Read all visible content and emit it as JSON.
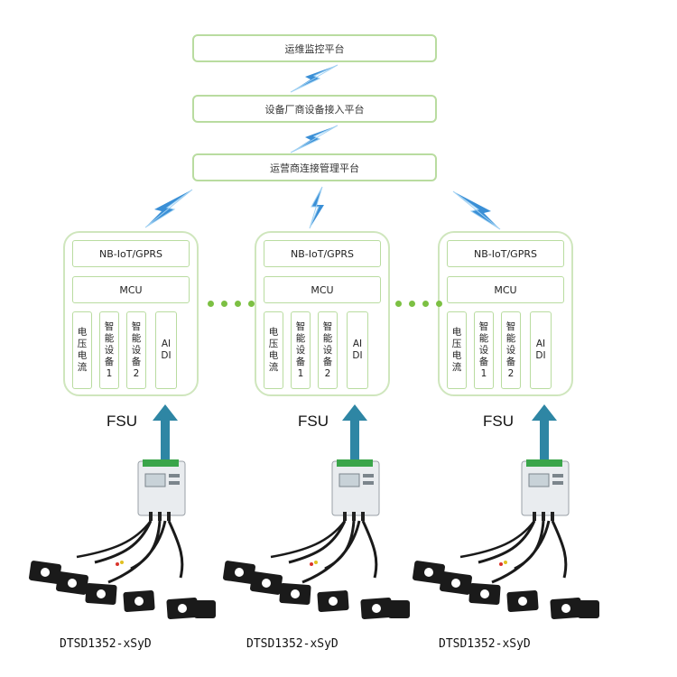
{
  "platforms": [
    "运维监控平台",
    "设备厂商设备接入平台",
    "运营商连接管理平台"
  ],
  "fsu_units": [
    {
      "network": "NB-IoT/GPRS",
      "mcu": "MCU",
      "modules": [
        "电压电流",
        "智能设备1",
        "智能设备2",
        "AI DI"
      ],
      "label": "FSU",
      "device_model": "DTSD1352-xSyD"
    },
    {
      "network": "NB-IoT/GPRS",
      "mcu": "MCU",
      "modules": [
        "电压电流",
        "智能设备1",
        "智能设备2",
        "AI DI"
      ],
      "label": "FSU",
      "device_model": "DTSD1352-xSyD"
    },
    {
      "network": "NB-IoT/GPRS",
      "mcu": "MCU",
      "modules": [
        "电压电流",
        "智能设备1",
        "智能设备2",
        "AI DI"
      ],
      "label": "FSU",
      "device_model": "DTSD1352-xSyD"
    }
  ],
  "colors": {
    "box_border": "#b9dca0",
    "dot": "#7cc043",
    "bolt": "#3a8fd6",
    "arrow": "#2e86a4"
  }
}
